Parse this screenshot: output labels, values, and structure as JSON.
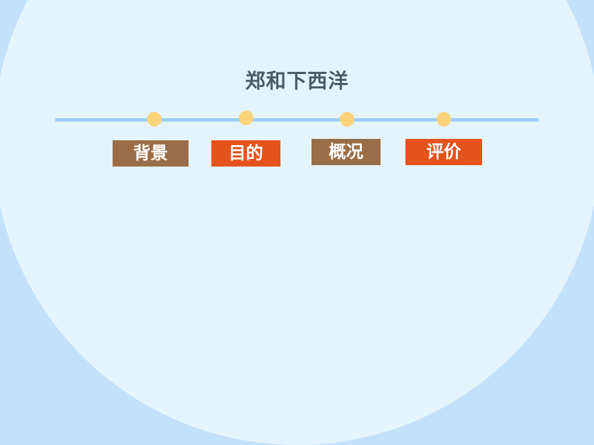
{
  "slide": {
    "title": "郑和下西洋",
    "items": [
      {
        "label": "背景",
        "color": "#9b6d46"
      },
      {
        "label": "目的",
        "color": "#e5531c"
      },
      {
        "label": "概况",
        "color": "#9b6d46"
      },
      {
        "label": "评价",
        "color": "#e5531c"
      }
    ],
    "colors": {
      "outer_background": "#c4e1fa",
      "inner_background": "#e4f4fd",
      "timeline": "#9ccdf6",
      "dot": "#fcd27a",
      "title": "#4b5a68"
    }
  }
}
